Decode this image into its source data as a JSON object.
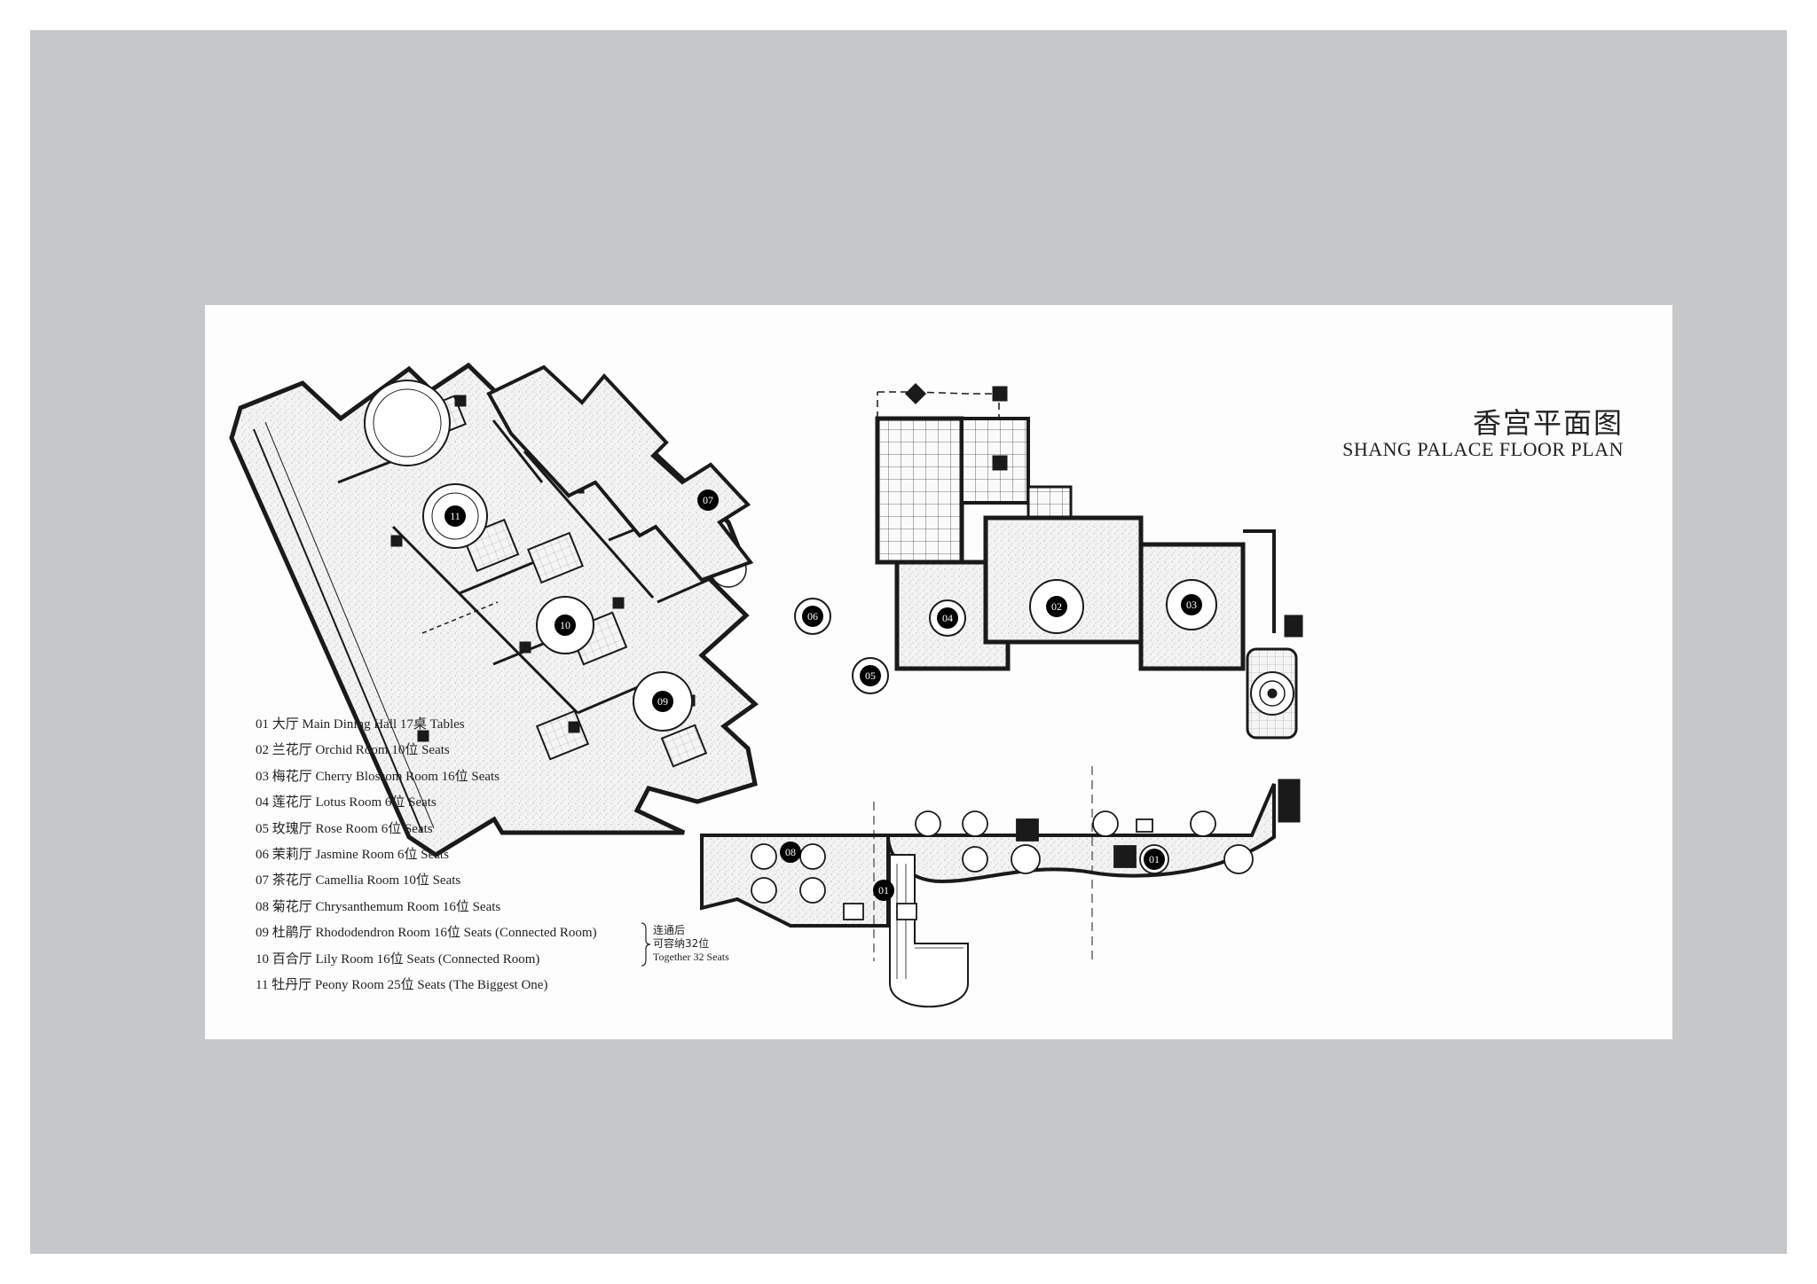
{
  "title": {
    "chinese": "香宫平面图",
    "english": "SHANG PALACE FLOOR PLAN"
  },
  "legend": [
    {
      "num": "01",
      "cn": "大厅",
      "text": "Main Dining Hall 17桌 Tables"
    },
    {
      "num": "02",
      "cn": "兰花厅",
      "text": "Orchid Room 10位 Seats"
    },
    {
      "num": "03",
      "cn": "梅花厅",
      "text": "Cherry Blossom Room 16位 Seats"
    },
    {
      "num": "04",
      "cn": "莲花厅",
      "text": "Lotus Room 6位 Seats"
    },
    {
      "num": "05",
      "cn": "玫瑰厅",
      "text": "Rose Room 6位 Seats"
    },
    {
      "num": "06",
      "cn": "茉莉厅",
      "text": "Jasmine Room 6位 Seats"
    },
    {
      "num": "07",
      "cn": "茶花厅",
      "text": "Camellia Room 10位 Seats"
    },
    {
      "num": "08",
      "cn": "菊花厅",
      "text": "Chrysanthemum Room 16位 Seats"
    },
    {
      "num": "09",
      "cn": "杜鹃厅",
      "text": "Rhododendron Room 16位 Seats (Connected Room)"
    },
    {
      "num": "10",
      "cn": "百合厅",
      "text": "Lily Room 16位 Seats (Connected Room)"
    },
    {
      "num": "11",
      "cn": "牡丹厅",
      "text": "Peony Room 25位 Seats (The Biggest One)"
    }
  ],
  "connected_note": {
    "cn_line1": "连通后",
    "cn_line2": "可容纳32位",
    "en": "Together 32 Seats"
  },
  "room_markers": [
    "11",
    "10",
    "09",
    "08",
    "07",
    "06",
    "05",
    "04",
    "03",
    "02",
    "01",
    "01"
  ],
  "colors": {
    "outer_background": "#ffffff",
    "frame": "#c6c7c9",
    "sheet": "#fdfdfd",
    "wall": "#1a1a1a",
    "floor_hatch": "#d8d8d8",
    "marker_fill": "#000000",
    "marker_text": "#ffffff"
  }
}
